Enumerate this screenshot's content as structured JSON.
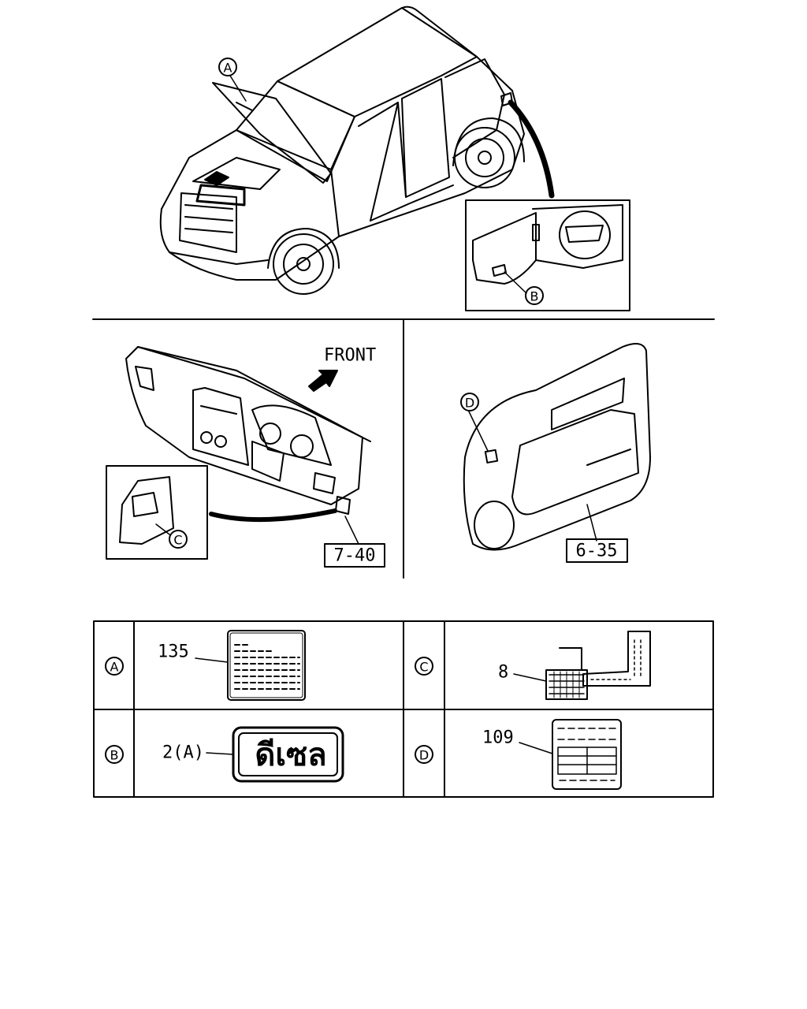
{
  "callouts": {
    "a": "A",
    "b": "B",
    "c": "C",
    "d": "D"
  },
  "panels": {
    "dashboard": {
      "direction_label": "FRONT",
      "ref": "7-40"
    },
    "door": {
      "ref": "6-35"
    }
  },
  "table": {
    "rows": [
      {
        "left": {
          "key": "A",
          "part": "135"
        },
        "right": {
          "key": "C",
          "part": "8"
        }
      },
      {
        "left": {
          "key": "B",
          "part": "2(A)",
          "label_text": "ดีเซล"
        },
        "right": {
          "key": "D",
          "part": "109"
        }
      }
    ]
  },
  "colors": {
    "line": "#000000",
    "background": "#ffffff"
  }
}
